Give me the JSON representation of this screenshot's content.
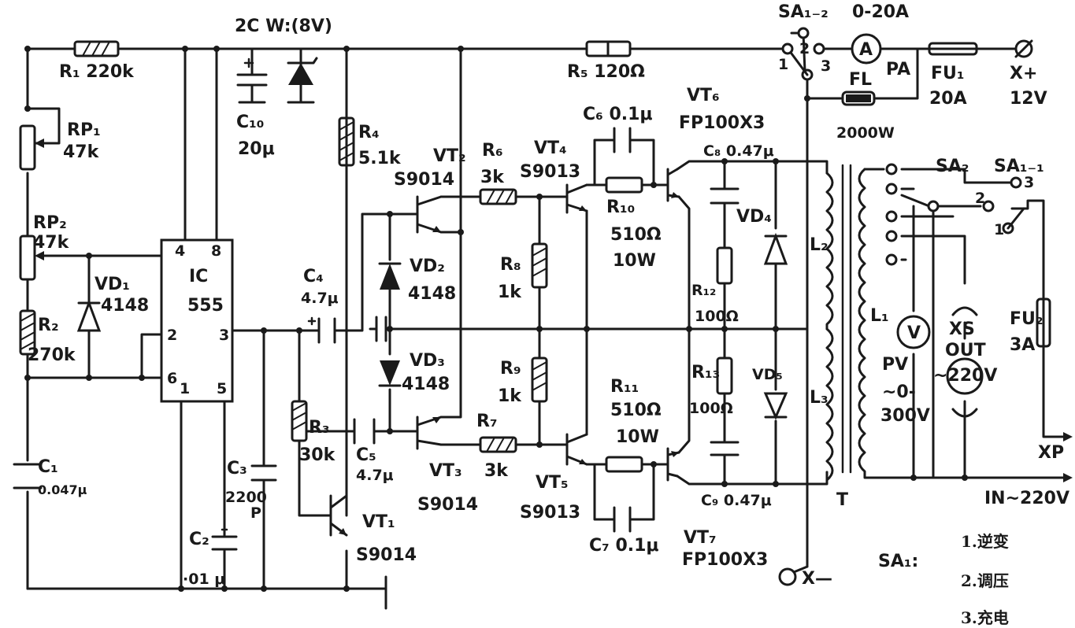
{
  "labels": {
    "r1": "R₁ 220k",
    "rp1": "RP₁",
    "rp1_val": "47k",
    "rp2": "RP₂",
    "rp2_val": "47k",
    "r2": "R₂",
    "r2_val": "270k",
    "vd1": "VD₁",
    "vd1_val": "4148",
    "c1": "C₁",
    "c1_val": "0.047μ",
    "ic": "IC",
    "ic_val": "555",
    "pin4": "4",
    "pin8": "8",
    "pin2": "2",
    "pin3": "3",
    "pin6": "6",
    "pin1": "1",
    "pin5": "5",
    "top_label": "2C W:(8V)",
    "c10": "C₁₀",
    "c10_val": "20μ",
    "c2": "C₂",
    "c2_val": "·01 μ",
    "c3": "C₃",
    "c3_val1": "2200",
    "c3_val2": "P",
    "r4": "R₄",
    "r4_val": "5.1k",
    "c4": "C₄",
    "c4_val": "4.7μ",
    "r3": "R₃",
    "r3_val": "30k",
    "c5": "C₅",
    "c5_val": "4.7μ",
    "vt1": "VT₁",
    "vt1_val": "S9014",
    "vt2": "VT₂",
    "vt2_val": "S9014",
    "vt3": "VT₃",
    "vt3_val": "S9014",
    "vd2": "VD₂",
    "vd2_val": "4148",
    "vd3": "VD₃",
    "vd3_val": "4148",
    "r6": "R₆",
    "r6_val": "3k",
    "r7": "R₇",
    "r7_val": "3k",
    "r8": "R₈",
    "r8_val": "1k",
    "r9": "R₉",
    "r9_val": "1k",
    "vt4": "VT₄",
    "vt4_val": "S9013",
    "vt5": "VT₅",
    "vt5_val": "S9013",
    "c6": "C₆ 0.1μ",
    "c7": "C₇ 0.1μ",
    "r10": "R₁₀",
    "r10_val1": "510Ω",
    "r10_val2": "10W",
    "r11": "R₁₁",
    "r11_val1": "510Ω",
    "r11_val2": "10W",
    "vt6": "VT₆",
    "vt6_val": "FP100X3",
    "vt7": "VT₇",
    "vt7_val": "FP100X3",
    "r5": "R₅ 120Ω",
    "c8": "C₈ 0.47μ",
    "c9": "C₉ 0.47μ",
    "vd4": "VD₄",
    "vd5": "VD₅",
    "r12": "R₁₂",
    "r12_val": "100Ω",
    "r13": "R₁₃",
    "r13_val": "100Ω",
    "l2": "L₂",
    "l3": "L₃",
    "l1": "L₁",
    "t": "T",
    "sa12": "SA₁₋₂",
    "sa12_1": "1",
    "sa12_2": "2",
    "sa12_3": "3",
    "pa_range": "0-20A",
    "pa": "PA",
    "pa_symbol": "A",
    "fl": "FL",
    "fl_val": "2000W",
    "fu1": "FU₁",
    "fu1_val": "20A",
    "xplus": "X+",
    "xplus_val": "12V",
    "xminus": "X—",
    "sa2": "SA₂",
    "sa11": "SA₁₋₁",
    "sa11_1": "1",
    "sa11_2": "2",
    "sa11_3": "3",
    "pv": "PV",
    "pv_symbol": "V",
    "pv_range1": "~0-",
    "pv_range2": "300V",
    "xs": "XS",
    "xs_out": "OUT",
    "xs_val": "~220V",
    "fu2": "FU₂",
    "fu2_val": "3A",
    "xp": "XP",
    "in": "IN~220V",
    "sa_legend": "SA₁:",
    "mode1": "1.逆变",
    "mode2": "2.调压",
    "mode3": "3.充电"
  }
}
